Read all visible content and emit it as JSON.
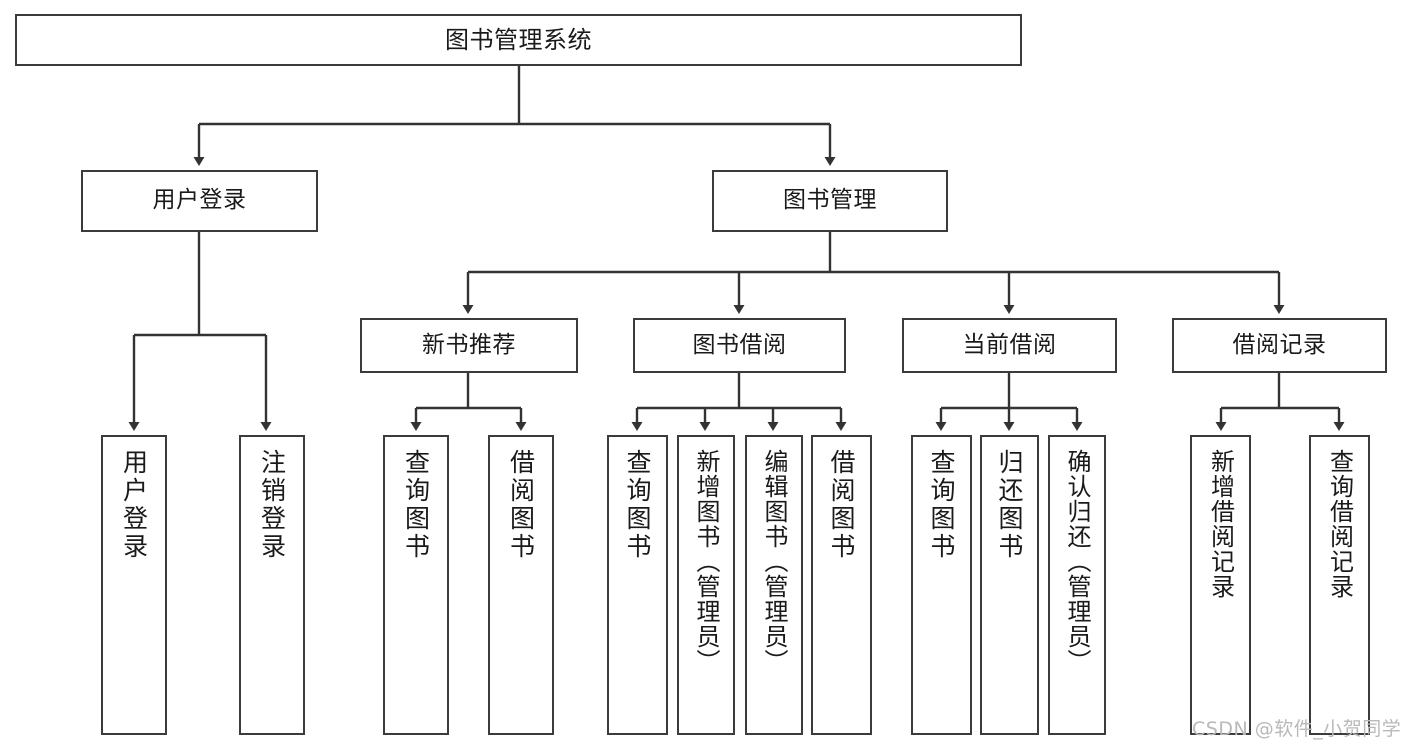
{
  "diagram": {
    "type": "tree",
    "title": "图书管理系统",
    "colors": {
      "box_border": "#3b3b3b",
      "box_fill": "#ffffff",
      "edge": "#333333",
      "text": "#1a1a1a",
      "watermark": "#b9b9b9",
      "background": "#ffffff"
    },
    "root": {
      "label": "图书管理系统"
    },
    "level2": [
      {
        "label": "用户登录"
      },
      {
        "label": "图书管理"
      }
    ],
    "level3": [
      {
        "label": "新书推荐"
      },
      {
        "label": "图书借阅"
      },
      {
        "label": "当前借阅"
      },
      {
        "label": "借阅记录"
      }
    ],
    "leaves": {
      "user_login": [
        {
          "label": "用户登录"
        },
        {
          "label": "注销登录"
        }
      ],
      "new_book": [
        {
          "label": "查询图书"
        },
        {
          "label": "借阅图书"
        }
      ],
      "book_borrow": [
        {
          "label": "查询图书"
        },
        {
          "label": "新增图书（管理员）"
        },
        {
          "label": "编辑图书（管理员）"
        },
        {
          "label": "借阅图书"
        }
      ],
      "current_borrow": [
        {
          "label": "查询图书"
        },
        {
          "label": "归还图书"
        },
        {
          "label": "确认归还（管理员）"
        }
      ],
      "borrow_record": [
        {
          "label": "新增借阅记录"
        },
        {
          "label": "查询借阅记录"
        }
      ]
    }
  },
  "watermark": {
    "text": "CSDN @软件_小贺同学"
  }
}
